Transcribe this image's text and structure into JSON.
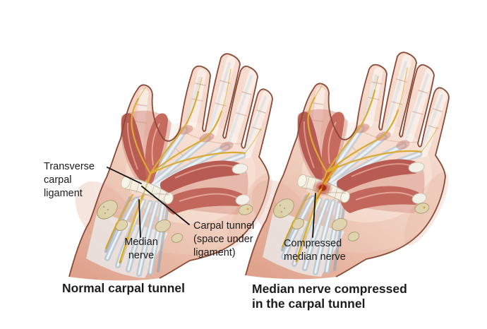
{
  "figure": {
    "description": "Comparison of a normal carpal tunnel and a carpal tunnel with a compressed median nerve, shown in two palm-up hand illustrations"
  },
  "panels": {
    "left": {
      "caption": "Normal carpal tunnel",
      "labels": {
        "transverse": "Transverse\ncarpal\nligament",
        "median_nerve": "Median\nnerve",
        "carpal_tunnel": "Carpal tunnel\n(space under\nligament)"
      }
    },
    "right": {
      "caption": "Median nerve compressed\nin the carpal tunnel",
      "labels": {
        "compressed": "Compressed\nmedian nerve"
      }
    }
  },
  "colors": {
    "background": "#ffffff",
    "skin_light": "#f6ddd1",
    "skin_mid": "#efc9b7",
    "skin_shadow": "#dfa28c",
    "outline": "#8a4a38",
    "muscle_red": "#b04a40",
    "muscle_light": "#d08070",
    "muscle_highlight": "#e09684",
    "tendon_blue": "#b5c6d2",
    "tendon_white": "#edf3f6",
    "nerve_yellow": "#d6a21d",
    "nerve_bright": "#f0c445",
    "ligament_white": "#f5f0e3",
    "ligament_fiber": "#c6bba0",
    "bone_tan": "#dcd0a6",
    "bone_edge": "#a69663",
    "compression_red": "#b53014",
    "compression_orange": "#c85a20",
    "label_text": "#1c1c1c",
    "leader_line": "#111111"
  }
}
